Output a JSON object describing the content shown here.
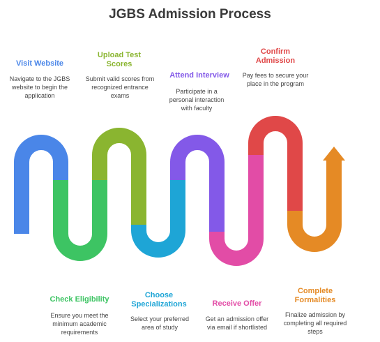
{
  "title": "JGBS Admission Process",
  "steps": [
    {
      "title": "Visit Website",
      "desc": "Navigate to the JGBS website to begin the application",
      "color": "#4a86e8"
    },
    {
      "title": "Check Eligibility",
      "desc": "Ensure you meet the minimum academic requirements",
      "color": "#3dc463"
    },
    {
      "title": "Upload Test Scores",
      "desc": "Submit valid scores from recognized entrance exams",
      "color": "#8ab530"
    },
    {
      "title": "Choose Specializations",
      "desc": "Select your preferred area of study",
      "color": "#1ea5d6"
    },
    {
      "title": "Attend Interview",
      "desc": "Participate in a personal interaction with faculty",
      "color": "#8359e8"
    },
    {
      "title": "Receive Offer",
      "desc": "Get an admission offer via email if shortlisted",
      "color": "#e24ca6"
    },
    {
      "title": "Confirm Admission",
      "desc": "Pay fees to secure your place in the program",
      "color": "#e04848"
    },
    {
      "title": "Complete Formalities",
      "desc": "Finalize admission by completing all required steps",
      "color": "#e58a25"
    }
  ]
}
